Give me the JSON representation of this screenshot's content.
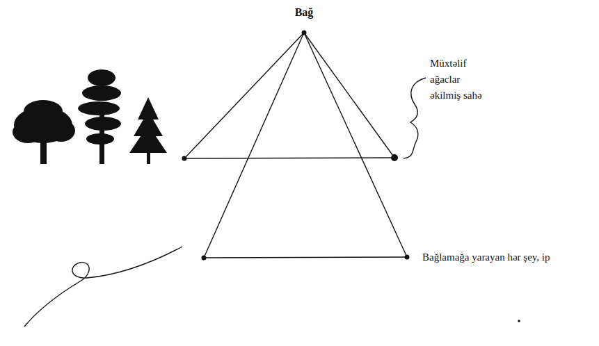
{
  "diagram": {
    "labels": [
      "Bağ",
      "Müxtəlif ağaclar əkilmiş sahə",
      "Bağlamağa yarayan hər şey, ip"
    ]
  }
}
